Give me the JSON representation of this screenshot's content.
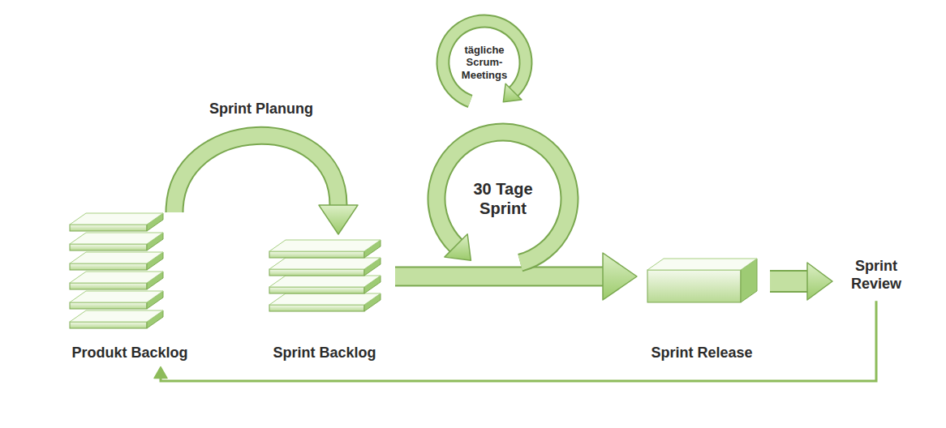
{
  "diagram": {
    "nodes": [
      {
        "text": [
          "Produkt Backlog"
        ]
      },
      {
        "text": [
          "Sprint Backlog"
        ]
      },
      {
        "text": [
          "30 Tage Sprint"
        ]
      },
      {
        "text": [
          "tägliche Scrum-Meetings"
        ]
      },
      {
        "text": [
          "Sprint Release"
        ]
      },
      {
        "text": [
          "Sprint Review"
        ]
      }
    ],
    "edges": [
      {
        "from": 0,
        "to": 1,
        "label": "Sprint Planung",
        "arrow": "to"
      },
      {
        "from": 1,
        "to": 4,
        "arrow": "to"
      },
      {
        "from": 4,
        "to": 5,
        "arrow": "to"
      },
      {
        "from": 5,
        "to": 0,
        "arrow": "to"
      }
    ]
  }
}
